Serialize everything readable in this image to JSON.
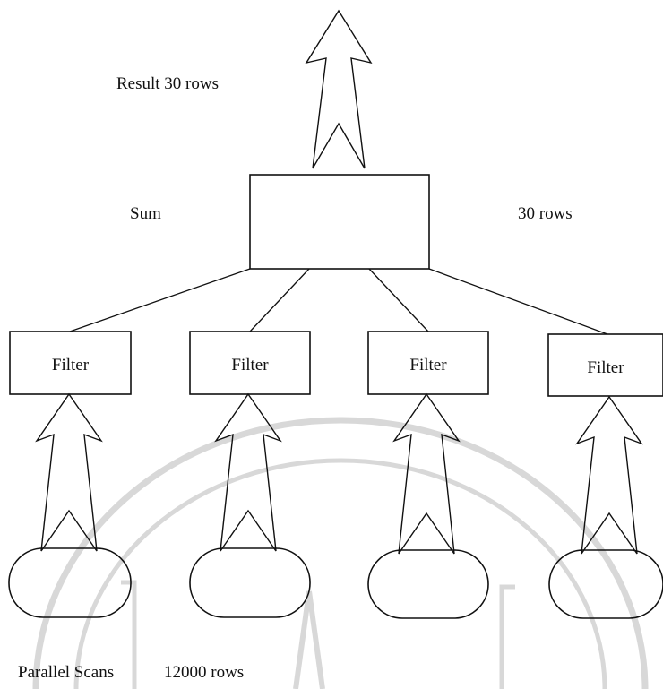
{
  "labels": {
    "result": "Result 30 rows",
    "sum": "Sum",
    "sum_rows": "30 rows",
    "parallel_scans": "Parallel Scans",
    "scan_rows": "12000 rows"
  },
  "filters": [
    "Filter",
    "Filter",
    "Filter",
    "Filter"
  ],
  "colors": {
    "stroke": "#111111",
    "background": "#ffffff",
    "watermark": "#d8d8d8"
  }
}
